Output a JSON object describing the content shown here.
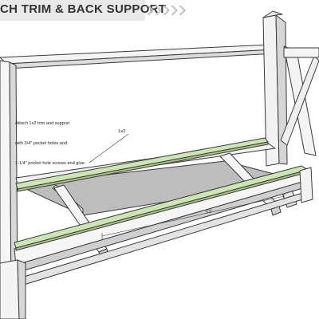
{
  "header": {
    "title": "CH TRIM & BACK SUPPORT",
    "chevron_icons": [
      "chevron-right-icon",
      "chevron-right-icon",
      "chevron-right-icon",
      "chevron-right-icon",
      "chevron-right-icon"
    ]
  },
  "instructions": {
    "lines": [
      "Attach 1x2 trim and support",
      "with 3/4\" pocket holes and",
      "1-1/4\" pocket hole screws and glue."
    ]
  },
  "labels": {
    "board_callout": "1x2",
    "dimension": "53\""
  },
  "colors": {
    "trim_green": "#cde4b4",
    "frame_white": "#f4f4f4",
    "outline": "#3a3a3a",
    "shadow": "#a9a9a9",
    "banner_bg": "#e9e9e9"
  }
}
